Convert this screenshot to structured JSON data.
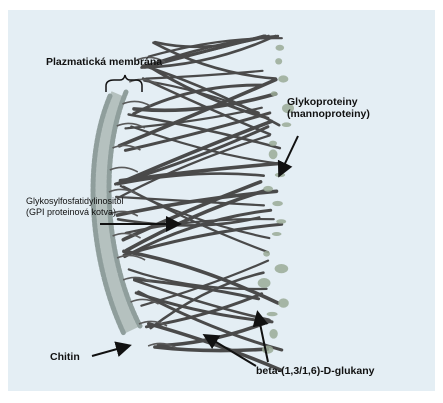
{
  "labels": {
    "membrane": "Plazmatická membrána",
    "glycoproteins_line1": "Glykoproteiny",
    "glycoproteins_line2": "(mannoproteiny)",
    "gpi_line1": "Glykosylfosfatidylinositol",
    "gpi_line2": "(GPI proteinová kotva)",
    "chitin": "Chitin",
    "glucans": "beta-(1,3/1,6)-D-glukany"
  },
  "colors": {
    "background": "#e4eef4",
    "membrane_head": "#8f9e9c",
    "membrane_tail": "#b5c1bf",
    "fiber": "#4a4a4a",
    "mannoprotein": "#9aaa96",
    "arrow": "#111111"
  }
}
